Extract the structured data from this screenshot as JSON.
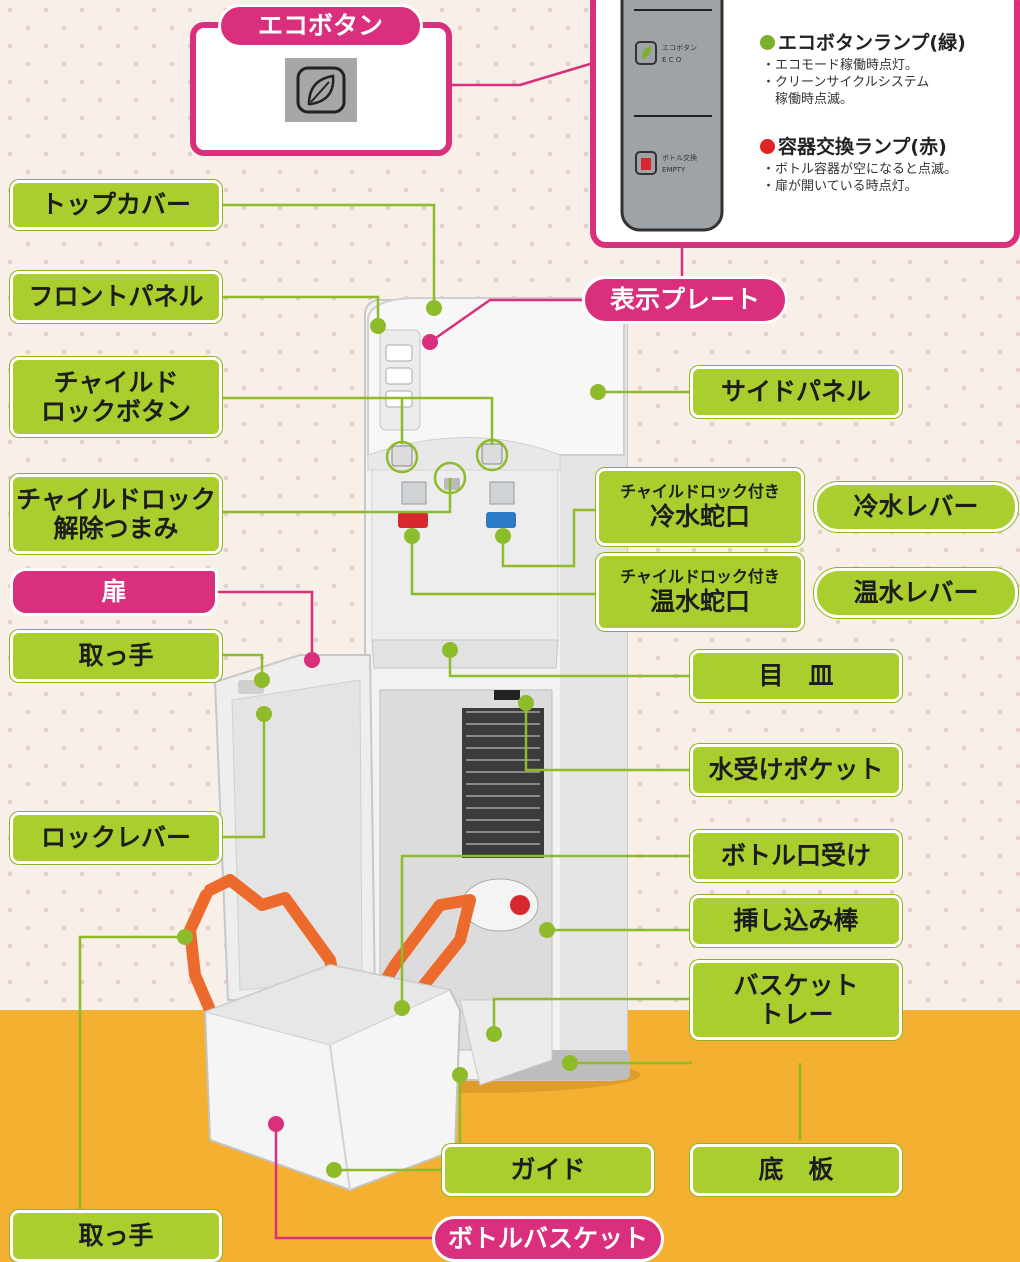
{
  "colors": {
    "accent_green": "#a9ce2e",
    "accent_magenta": "#d92f7c",
    "floor": "#f4b030",
    "wall": "#f7efe8"
  },
  "eco_inset": {
    "title": "エコボタン",
    "icon": "leaf-icon"
  },
  "panel_inset": {
    "eco_plate_label": "エコボタン",
    "eco_plate_sub": "E C O",
    "empty_plate_label": "ボトル交換",
    "empty_plate_sub": "EMPTY",
    "eco_lamp": {
      "title": "エコボタンランプ(緑)",
      "notes": [
        "・エコモード稼働時点灯。",
        "・クリーンサイクルシステム",
        "　稼働時点滅。"
      ]
    },
    "empty_lamp": {
      "title": "容器交換ランプ(赤)",
      "notes": [
        "・ボトル容器が空になると点滅。",
        "・扉が開いている時点灯。"
      ]
    }
  },
  "labels": {
    "display_plate": "表示プレート",
    "top_cover": "トップカバー",
    "front_panel": "フロントパネル",
    "child_lock_button": [
      "チャイルド",
      "ロックボタン"
    ],
    "child_lock_release": [
      "チャイルドロック",
      "解除つまみ"
    ],
    "door": "扉",
    "handle_top": "取っ手",
    "lock_lever": "ロックレバー",
    "handle_bottom": "取っ手",
    "side_panel": "サイドパネル",
    "cold_faucet": {
      "sub": "チャイルドロック付き",
      "main": "冷水蛇口"
    },
    "cold_lever": "冷水レバー",
    "hot_faucet": {
      "sub": "チャイルドロック付き",
      "main": "温水蛇口"
    },
    "hot_lever": "温水レバー",
    "drip_tray": "目　皿",
    "water_pocket": "水受けポケット",
    "bottle_port": "ボトル口受け",
    "insert_rod": "挿し込み棒",
    "basket_tray": [
      "バスケット",
      "トレー"
    ],
    "guide": "ガイド",
    "base_plate": "底　板",
    "bottle_basket": "ボトルバスケット"
  }
}
